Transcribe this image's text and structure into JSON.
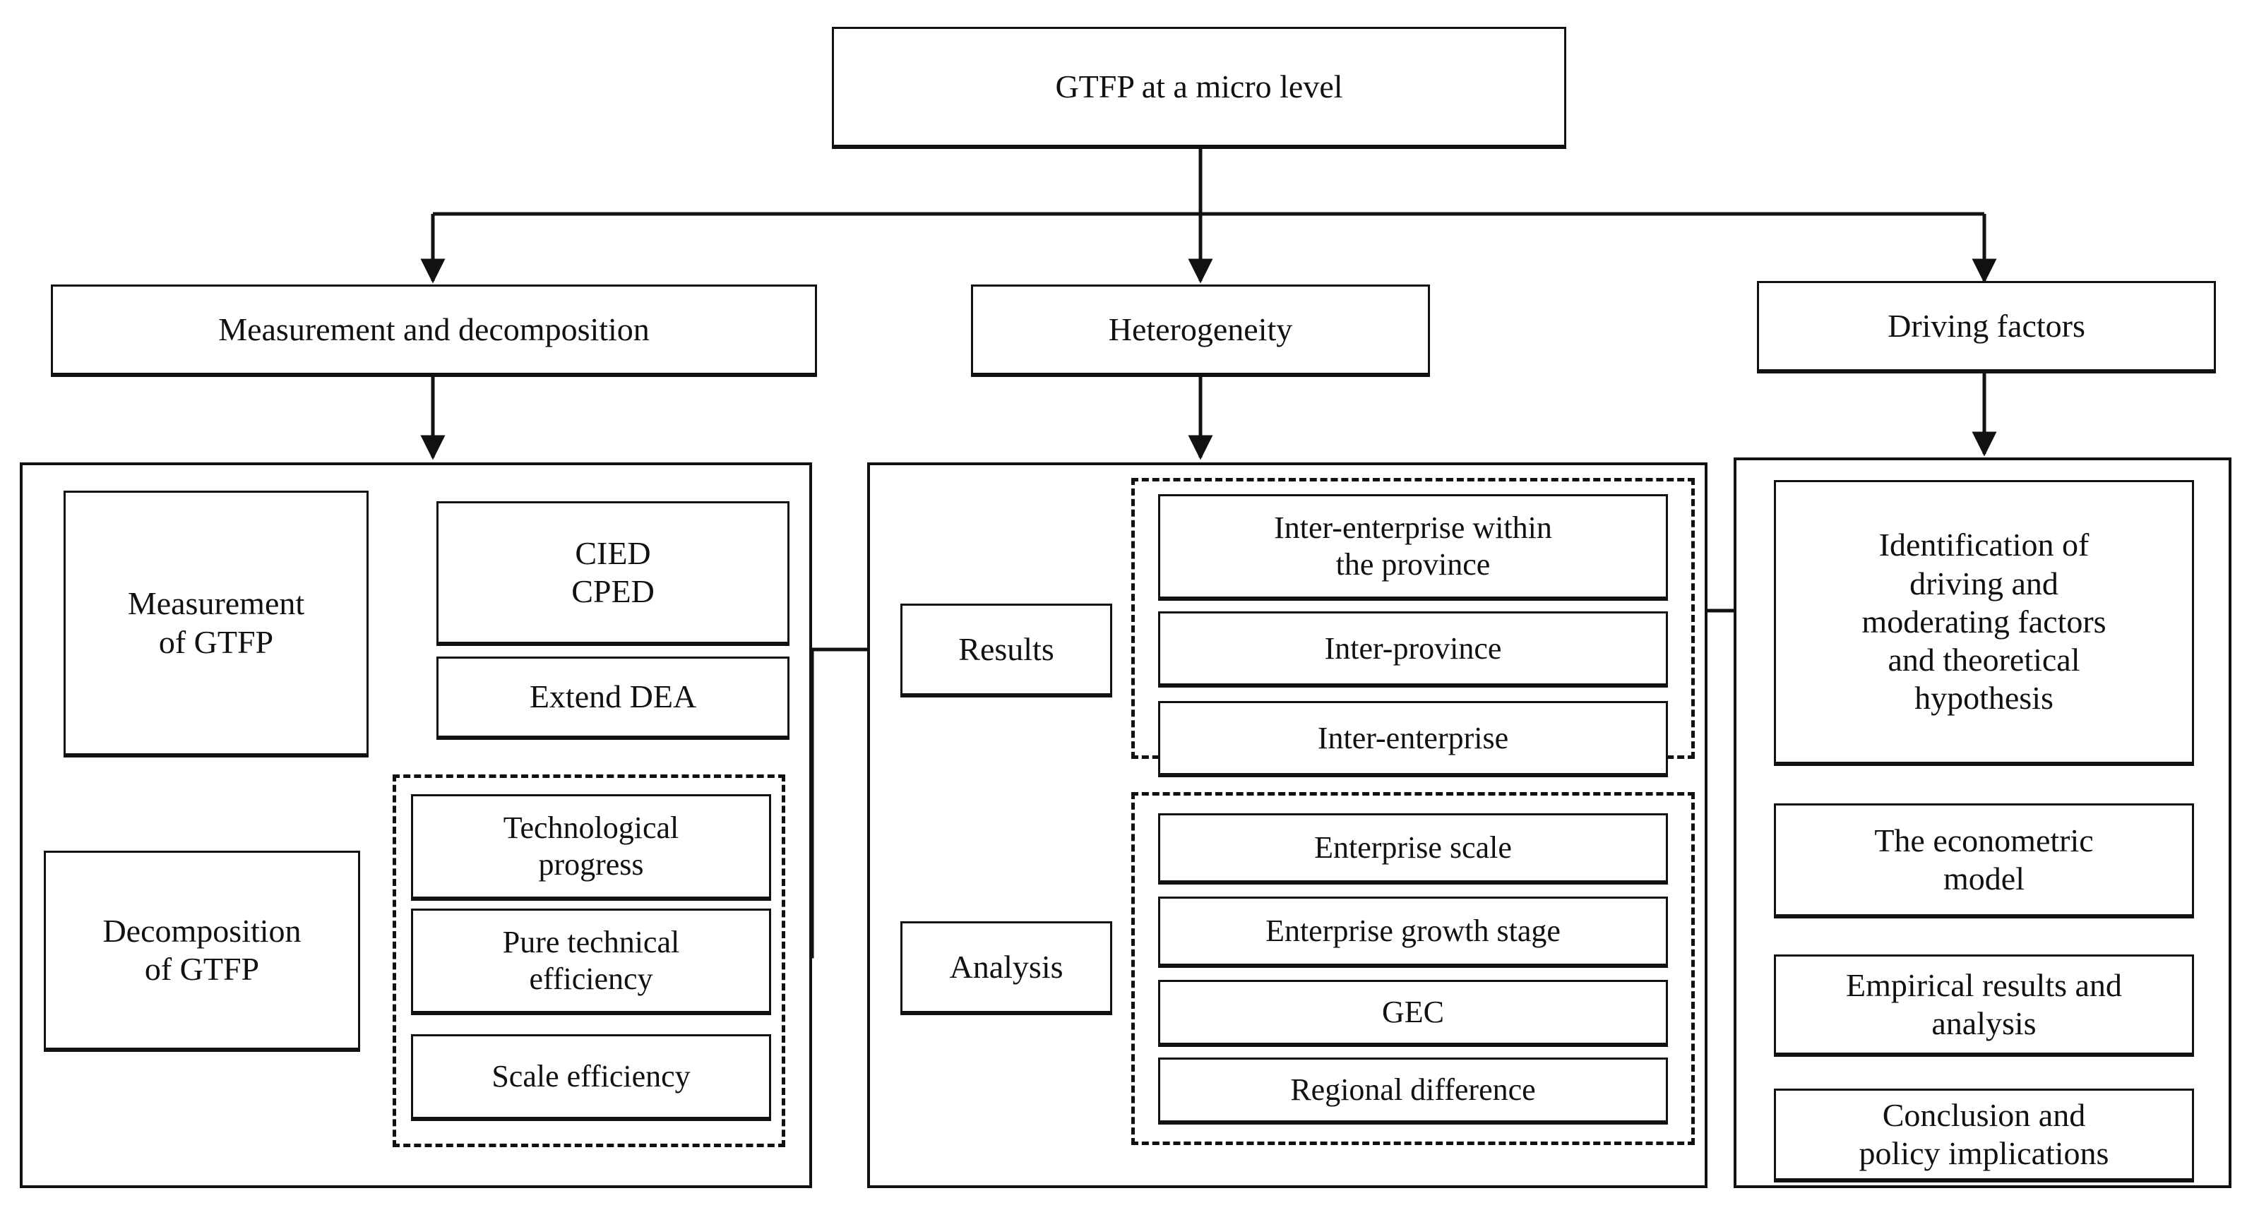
{
  "diagram": {
    "title": "GTFP at a micro level",
    "root": {
      "label": "GTFP at a micro level"
    },
    "branches": [
      {
        "id": "measurement-and-decomposition",
        "label": "Measurement and decomposition"
      },
      {
        "id": "heterogeneity",
        "label": "Heterogeneity"
      },
      {
        "id": "driving-factors",
        "label": "Driving factors"
      }
    ],
    "column_left": {
      "heading": "Measurement and decomposition",
      "measurement_node": "Measurement\nof GTFP",
      "decomposition_node": "Decomposition\nof GTFP",
      "method_nodes": [
        {
          "id": "cied-cped",
          "label": "CIED\nCPED"
        },
        {
          "id": "extend-dea",
          "label": "Extend DEA"
        }
      ],
      "decomposition_group": [
        {
          "id": "technological-progress",
          "label": "Technological\nprogress"
        },
        {
          "id": "pure-technical-efficiency",
          "label": "Pure technical\nefficiency"
        },
        {
          "id": "scale-efficiency",
          "label": "Scale efficiency"
        }
      ]
    },
    "column_middle": {
      "heading": "Heterogeneity",
      "results_node": "Results",
      "analysis_node": "Analysis",
      "results_group": [
        {
          "id": "inter-enterprise-within-the-province",
          "label": "Inter-enterprise within\nthe province"
        },
        {
          "id": "inter-province",
          "label": "Inter-province"
        },
        {
          "id": "inter-enterprise",
          "label": "Inter-enterprise"
        }
      ],
      "analysis_group": [
        {
          "id": "enterprise-scale",
          "label": "Enterprise scale"
        },
        {
          "id": "enterprise-growth-stage",
          "label": "Enterprise growth stage"
        },
        {
          "id": "gec",
          "label": "GEC"
        },
        {
          "id": "regional-difference",
          "label": "Regional difference"
        }
      ]
    },
    "column_right": {
      "heading": "Driving factors",
      "steps": [
        {
          "id": "identification-of-driving-and-moderating-factors",
          "label": "Identification of\ndriving and\nmoderating factors\nand theoretical\nhypothesis"
        },
        {
          "id": "the-econometric-model",
          "label": "The econometric\nmodel"
        },
        {
          "id": "empirical-results-and-analysis",
          "label": "Empirical results and\nanalysis"
        },
        {
          "id": "conclusion-and-policy-implications",
          "label": "Conclusion and\npolicy implications"
        }
      ]
    },
    "colors": {
      "stroke": "#111111",
      "background": "#ffffff"
    }
  }
}
